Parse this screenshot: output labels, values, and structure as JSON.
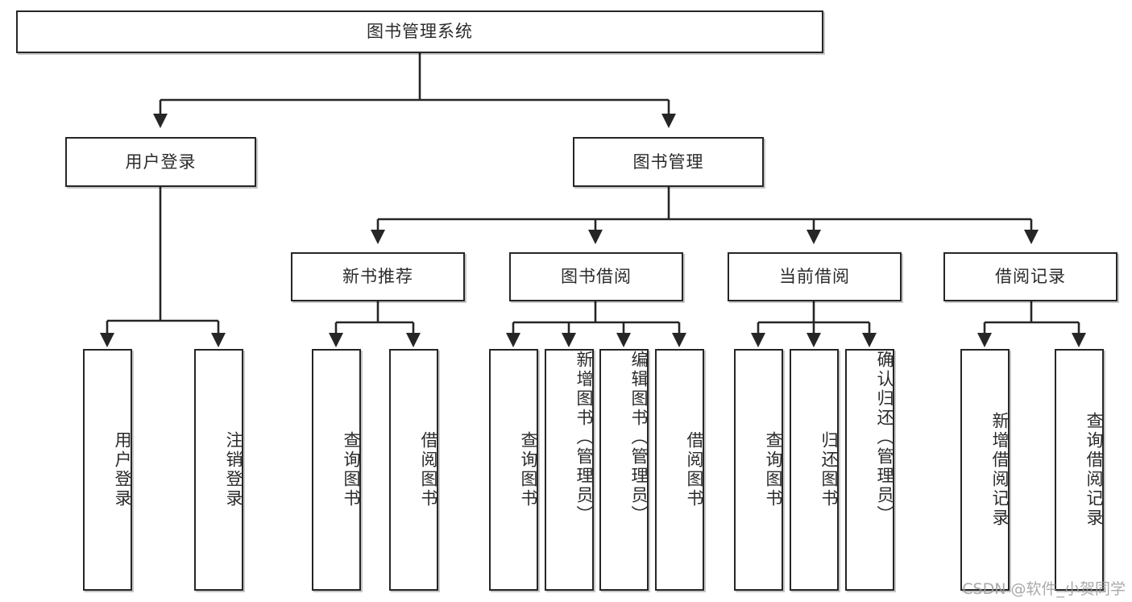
{
  "diagram": {
    "title": "图书管理系统",
    "type": "tree",
    "root": {
      "label": "图书管理系统"
    },
    "level2": [
      {
        "label": "用户登录"
      },
      {
        "label": "图书管理"
      }
    ],
    "level3": [
      {
        "label": "新书推荐"
      },
      {
        "label": "图书借阅"
      },
      {
        "label": "当前借阅"
      },
      {
        "label": "借阅记录"
      }
    ],
    "leaves": {
      "user_login": [
        {
          "label": "用户登录"
        },
        {
          "label": "注销登录"
        }
      ],
      "new_book_recommend": [
        {
          "label": "查询图书"
        },
        {
          "label": "借阅图书"
        }
      ],
      "book_borrow": [
        {
          "label": "查询图书"
        },
        {
          "label": "新增图书（管理员）"
        },
        {
          "label": "编辑图书（管理员）"
        },
        {
          "label": "借阅图书"
        }
      ],
      "current_borrow": [
        {
          "label": "查询图书"
        },
        {
          "label": "归还图书"
        },
        {
          "label": "确认归还（管理员）"
        }
      ],
      "borrow_record": [
        {
          "label": "新增借阅记录"
        },
        {
          "label": "查询借阅记录"
        }
      ]
    }
  },
  "watermark": {
    "text": "CSDN @软件_小贺同学"
  },
  "colors": {
    "stroke": "#262626",
    "text": "#2b2b2b",
    "background": "#ffffff",
    "watermark": "#9b9b9b"
  }
}
